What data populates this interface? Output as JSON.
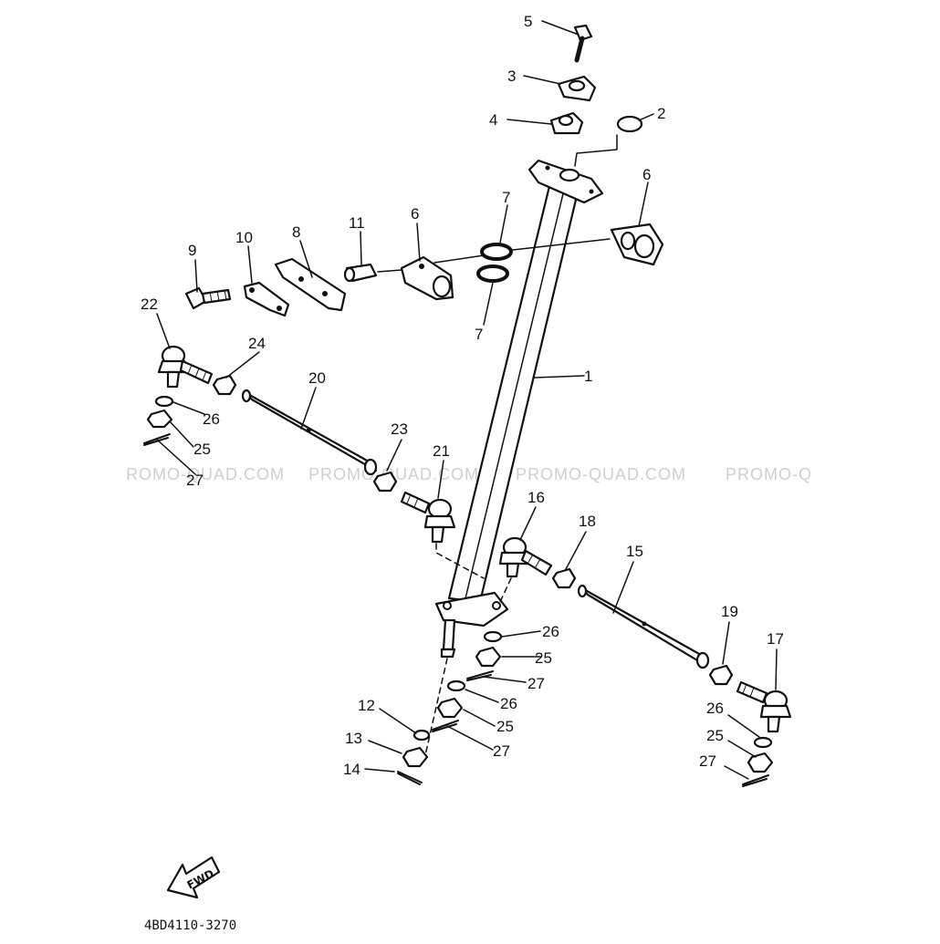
{
  "watermarks": [
    "ROMO-QUAD.COM",
    "PROMO-QUAD.COM",
    "PROMO-QUAD.COM",
    "PROMO-Q"
  ],
  "diagram_code": "4BD4110-3270",
  "fwd_label": "FWD",
  "callouts": {
    "c1": "1",
    "c2": "2",
    "c3": "3",
    "c4": "4",
    "c5": "5",
    "c6a": "6",
    "c6b": "6",
    "c7a": "7",
    "c7b": "7",
    "c8": "8",
    "c9": "9",
    "c10": "10",
    "c11": "11",
    "c12": "12",
    "c13": "13",
    "c14": "14",
    "c15": "15",
    "c16": "16",
    "c17": "17",
    "c18": "18",
    "c19": "19",
    "c20": "20",
    "c21": "21",
    "c22": "22",
    "c23": "23",
    "c24": "24",
    "c25a": "25",
    "c25b": "25",
    "c25c": "25",
    "c25d": "25",
    "c26a": "26",
    "c26b": "26",
    "c26c": "26",
    "c26d": "26",
    "c27a": "27",
    "c27b": "27",
    "c27c": "27",
    "c27d": "27"
  }
}
